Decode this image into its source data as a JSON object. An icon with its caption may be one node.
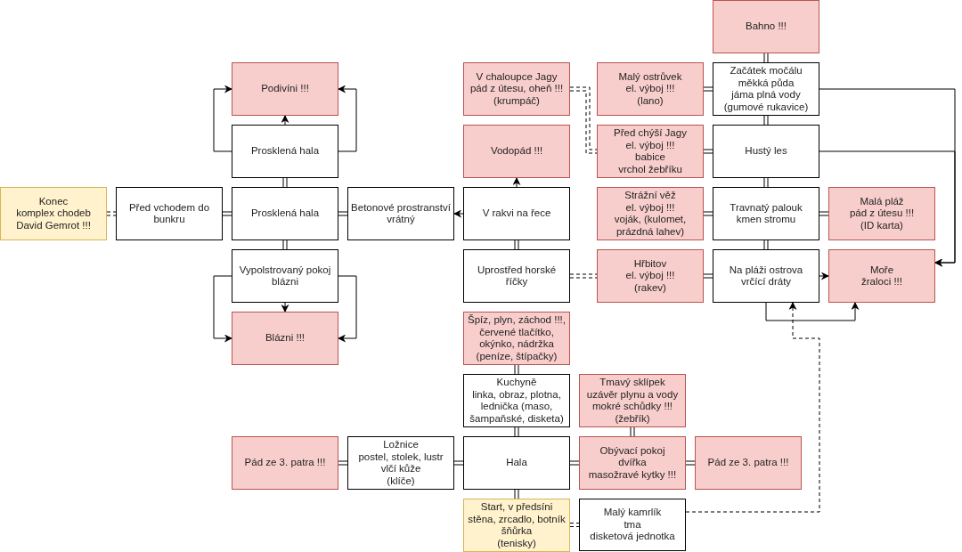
{
  "diagram": {
    "nodes": [
      {
        "text": [
          "Bahno !!!"
        ]
      },
      {
        "text": [
          "Podivíni !!!"
        ]
      },
      {
        "text": [
          "V chaloupce Jagy",
          "pád z útesu, oheň !!!",
          "(krumpáč)"
        ]
      },
      {
        "text": [
          "Malý ostrůvek",
          "el. výboj !!!",
          "(lano)"
        ]
      },
      {
        "text": [
          "Začátek močálu",
          "měkká půda",
          "jáma plná vody",
          "(gumové rukavice)"
        ]
      },
      {
        "text": [
          "Prosklená hala"
        ]
      },
      {
        "text": [
          "Vodopád !!!"
        ]
      },
      {
        "text": [
          "Před chýší Jagy",
          "el. výboj !!!",
          "babice",
          "vrchol žebříku"
        ]
      },
      {
        "text": [
          "Hustý les"
        ]
      },
      {
        "text": [
          "Konec",
          "komplex chodeb",
          "David Gemrot !!!"
        ]
      },
      {
        "text": [
          "Před vchodem do bunkru"
        ]
      },
      {
        "text": [
          "Prosklená hala"
        ]
      },
      {
        "text": [
          "Betonové prostranství",
          "vrátný"
        ]
      },
      {
        "text": [
          "V rakvi na řece"
        ]
      },
      {
        "text": [
          "Strážní věž",
          "el. výboj !!!",
          "voják, (kulomet, prázdná lahev)"
        ]
      },
      {
        "text": [
          "Travnatý palouk",
          "kmen stromu"
        ]
      },
      {
        "text": [
          "Malá pláž",
          "pád z útesu !!!",
          "(ID karta)"
        ]
      },
      {
        "text": [
          "Vypolstrovaný pokoj",
          "blázni"
        ]
      },
      {
        "text": [
          "Uprostřed horské říčky"
        ]
      },
      {
        "text": [
          "Hřbitov",
          "el. výboj !!!",
          "(rakev)"
        ]
      },
      {
        "text": [
          "Na pláži ostrova",
          "vrčící dráty"
        ]
      },
      {
        "text": [
          "Moře",
          "žraloci !!!"
        ]
      },
      {
        "text": [
          "Blázni !!!"
        ]
      },
      {
        "text": [
          "Špíz, plyn, záchod !!!, červené tlačítko, okýnko, nádržka",
          "(peníze, štípačky)"
        ]
      },
      {
        "text": [
          "Kuchyně",
          "linka, obraz, plotna, lednička (maso, šampaňské, disketa)"
        ]
      },
      {
        "text": [
          "Tmavý sklípek",
          "uzávěr plynu a vody",
          "mokré schůdky !!!",
          "(žebřík)"
        ]
      },
      {
        "text": [
          "Pád ze 3. patra !!!"
        ]
      },
      {
        "text": [
          "Ložnice",
          "postel, stolek, lustr",
          "vlčí kůže",
          "(klíče)"
        ]
      },
      {
        "text": [
          "Hala"
        ]
      },
      {
        "text": [
          "Obývací pokoj",
          "dvířka",
          "masožravé kytky !!!"
        ]
      },
      {
        "text": [
          "Pád ze 3. patra !!!"
        ]
      },
      {
        "text": [
          "Start, v předsíni",
          "stěna, zrcadlo, botník",
          "šňůrka",
          "(tenisky)"
        ]
      },
      {
        "text": [
          "Malý kamrlík",
          "tma",
          "disketová jednotka"
        ]
      }
    ],
    "edges": [
      {
        "from": 0,
        "to": 4,
        "arrow": "none"
      },
      {
        "from": 3,
        "to": 4,
        "arrow": "none"
      },
      {
        "from": 4,
        "to": 8,
        "arrow": "none"
      },
      {
        "from": 2,
        "to": 7,
        "arrow": "none",
        "style": "dashed"
      },
      {
        "from": 7,
        "to": 8,
        "arrow": "none"
      },
      {
        "from": 5,
        "to": 1,
        "arrow": "to"
      },
      {
        "from": 5,
        "to": 1,
        "arrow": "to"
      },
      {
        "from": 5,
        "to": 1,
        "arrow": "to"
      },
      {
        "from": 5,
        "to": 11,
        "arrow": "none"
      },
      {
        "from": 9,
        "to": 10,
        "arrow": "none",
        "style": "dashed"
      },
      {
        "from": 10,
        "to": 11,
        "arrow": "none"
      },
      {
        "from": 11,
        "to": 12,
        "arrow": "none"
      },
      {
        "from": 13,
        "to": 12,
        "arrow": "to"
      },
      {
        "from": 13,
        "to": 6,
        "arrow": "to"
      },
      {
        "from": 8,
        "to": 15,
        "arrow": "none"
      },
      {
        "from": 14,
        "to": 15,
        "arrow": "none"
      },
      {
        "from": 15,
        "to": 16,
        "arrow": "none"
      },
      {
        "from": 4,
        "to": 21,
        "arrow": "to"
      },
      {
        "from": 8,
        "to": 21,
        "arrow": "to"
      },
      {
        "from": 11,
        "to": 17,
        "arrow": "none"
      },
      {
        "from": 13,
        "to": 18,
        "arrow": "none"
      },
      {
        "from": 18,
        "to": 19,
        "arrow": "none",
        "style": "dashed"
      },
      {
        "from": 19,
        "to": 20,
        "arrow": "none"
      },
      {
        "from": 15,
        "to": 20,
        "arrow": "none"
      },
      {
        "from": 20,
        "to": 21,
        "arrow": "to"
      },
      {
        "from": 20,
        "to": 21,
        "arrow": "to"
      },
      {
        "from": 17,
        "to": 22,
        "arrow": "to"
      },
      {
        "from": 17,
        "to": 22,
        "arrow": "to"
      },
      {
        "from": 17,
        "to": 22,
        "arrow": "to"
      },
      {
        "from": 23,
        "to": 24,
        "arrow": "none"
      },
      {
        "from": 24,
        "to": 28,
        "arrow": "none"
      },
      {
        "from": 25,
        "to": 29,
        "arrow": "none"
      },
      {
        "from": 26,
        "to": 27,
        "arrow": "none"
      },
      {
        "from": 27,
        "to": 28,
        "arrow": "none"
      },
      {
        "from": 28,
        "to": 29,
        "arrow": "none"
      },
      {
        "from": 29,
        "to": 30,
        "arrow": "none"
      },
      {
        "from": 28,
        "to": 31,
        "arrow": "none"
      },
      {
        "from": 31,
        "to": 32,
        "arrow": "none",
        "style": "dashed"
      },
      {
        "from": 32,
        "to": 20,
        "arrow": "to",
        "style": "dashed"
      }
    ]
  }
}
